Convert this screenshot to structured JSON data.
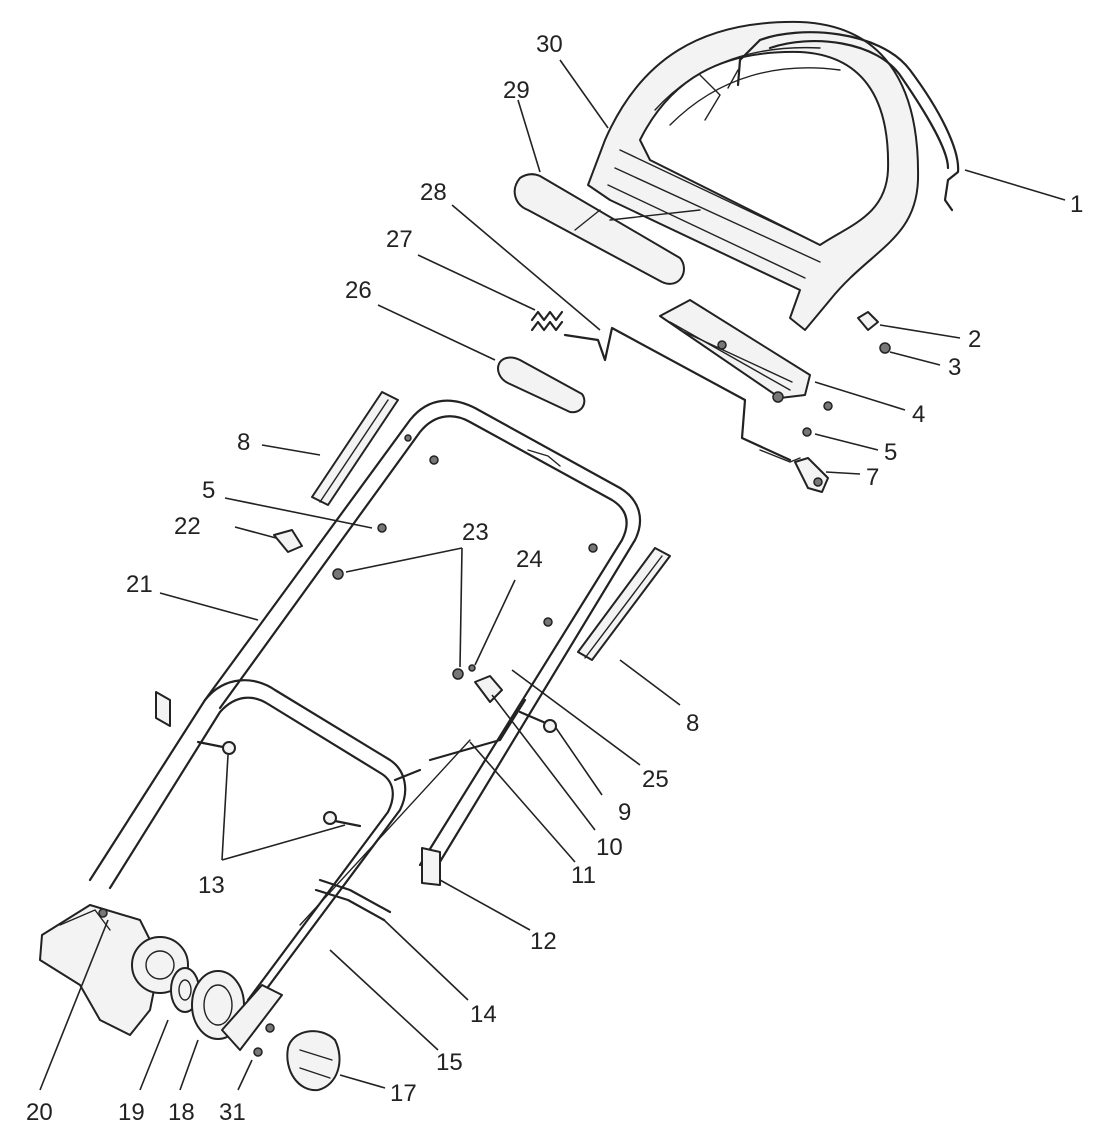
{
  "callouts": [
    {
      "label": "1"
    },
    {
      "label": "2"
    },
    {
      "label": "3"
    },
    {
      "label": "4"
    },
    {
      "label": "5"
    },
    {
      "label": "5"
    },
    {
      "label": "7"
    },
    {
      "label": "8"
    },
    {
      "label": "8"
    },
    {
      "label": "9"
    },
    {
      "label": "10"
    },
    {
      "label": "11"
    },
    {
      "label": "12"
    },
    {
      "label": "13"
    },
    {
      "label": "14"
    },
    {
      "label": "15"
    },
    {
      "label": "17"
    },
    {
      "label": "18"
    },
    {
      "label": "19"
    },
    {
      "label": "20"
    },
    {
      "label": "21"
    },
    {
      "label": "22"
    },
    {
      "label": "23"
    },
    {
      "label": "24"
    },
    {
      "label": "25"
    },
    {
      "label": "26"
    },
    {
      "label": "27"
    },
    {
      "label": "28"
    },
    {
      "label": "29"
    },
    {
      "label": "30"
    },
    {
      "label": "31"
    }
  ]
}
